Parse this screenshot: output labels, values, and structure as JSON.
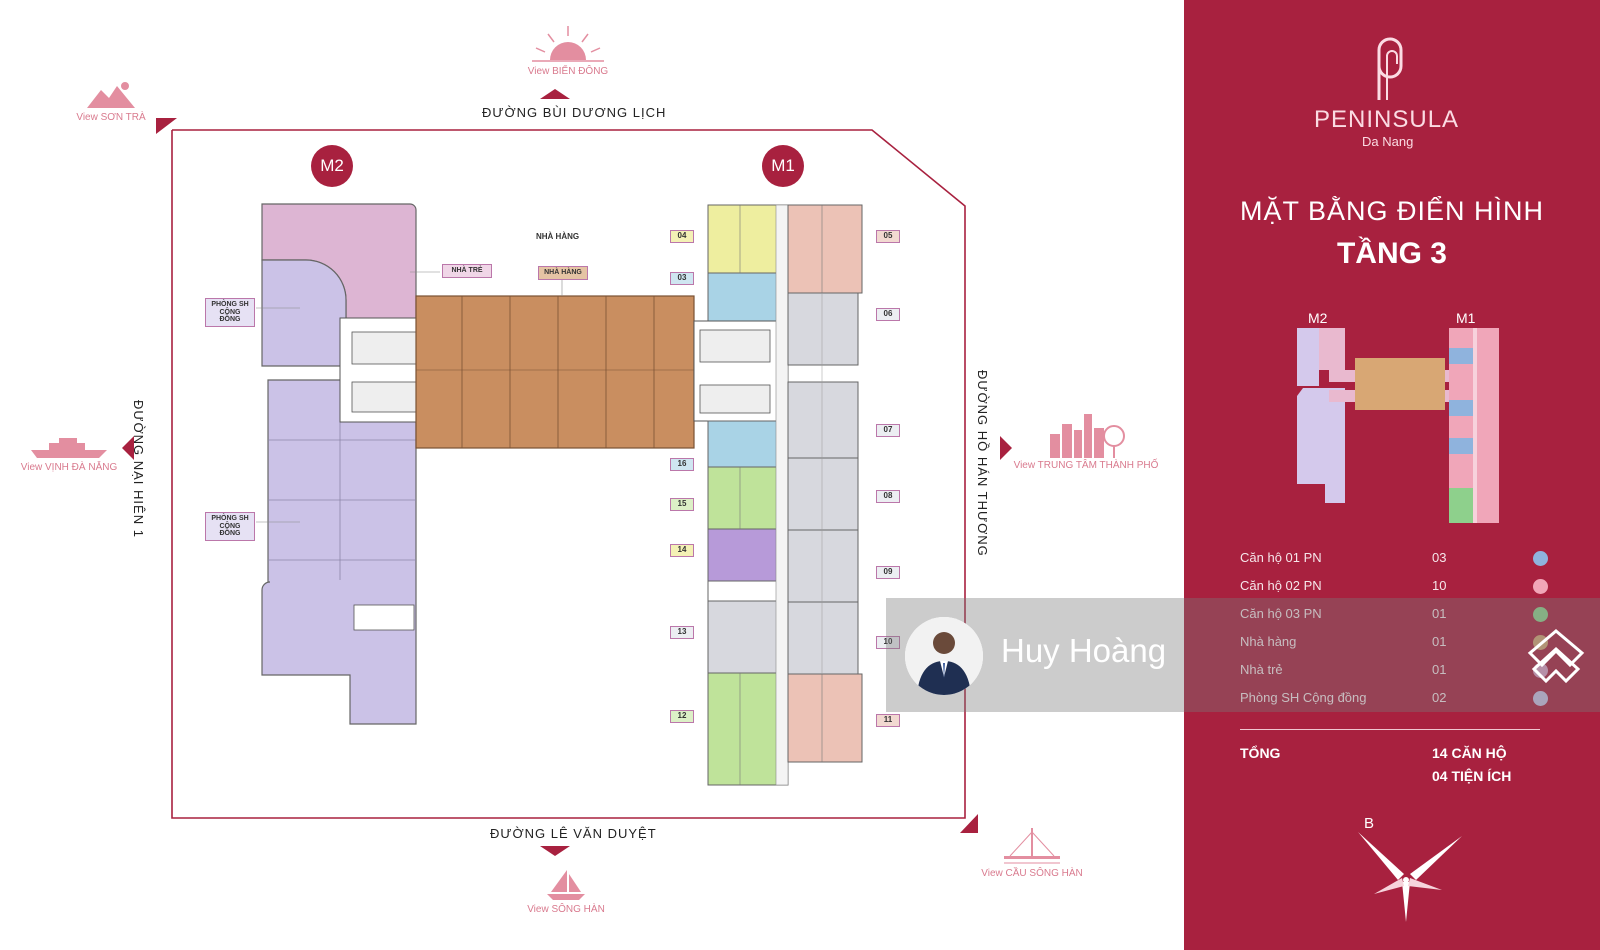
{
  "roads": {
    "top": "ĐƯỜNG BÙI DƯƠNG LỊCH",
    "bottom": "ĐƯỜNG LÊ VĂN DUYỆT",
    "left": "ĐƯỜNG NẠI HIÊN 1",
    "right": "ĐƯỜNG HỒ HÁN THƯƠNG"
  },
  "views": {
    "top": "View BIỂN ĐÔNG",
    "top_left": "View SƠN TRÀ",
    "left": "View VỊNH ĐÀ NẴNG",
    "right": "View TRUNG TÂM THÀNH PHỐ",
    "bottom": "View SÔNG HÀN",
    "bottom_right": "View CẦU SÔNG HÀN"
  },
  "towers": {
    "m2": "M2",
    "m1": "M1"
  },
  "plan_labels": {
    "restaurant_top": "NHÀ HÀNG",
    "restaurant_tag": "NHÀ HÀNG",
    "nursery_tag": "NHÀ TRẺ",
    "community_1": "PHÒNG SH CỘNG ĐỒNG",
    "community_2": "PHÒNG SH CỘNG ĐỒNG"
  },
  "units": [
    "04",
    "03",
    "16",
    "15",
    "14",
    "13",
    "12",
    "05",
    "06",
    "07",
    "08",
    "09",
    "10",
    "11"
  ],
  "watermark": {
    "name": "Huy Hoàng"
  },
  "brand": {
    "name": "PENINSULA",
    "city": "Da Nang"
  },
  "panel": {
    "title": "MẶT BẰNG ĐIỂN HÌNH",
    "subtitle": "TẦNG 3",
    "mini_m2": "M2",
    "mini_m1": "M1"
  },
  "legend": [
    {
      "name": "Căn hộ 01 PN",
      "count": "03",
      "color": "#8fb3dd"
    },
    {
      "name": "Căn hộ 02 PN",
      "count": "10",
      "color": "#f1a6b8"
    },
    {
      "name": "Căn hộ 03 PN",
      "count": "01",
      "color": "#8ed08c"
    },
    {
      "name": "Nhà hàng",
      "count": "01",
      "color": "#d3a574"
    },
    {
      "name": "Nhà trẻ",
      "count": "01",
      "color": "#dc9fc6"
    },
    {
      "name": "Phòng SH Cộng đồng",
      "count": "02",
      "color": "#c9c1e6"
    }
  ],
  "totals": {
    "label": "TỔNG",
    "apartments": "14 CĂN HỘ",
    "amenities": "04 TIỆN ÍCH"
  },
  "compass": {
    "letter": "B"
  },
  "colors": {
    "brand": "#a8213f",
    "one_bed": "#a9d3e6",
    "two_bed_grey": "#d7d8de",
    "two_bed_pink": "#ecc2b6",
    "three_bed": "#bfe39a",
    "yellow": "#eeee9f",
    "purple": "#b79ad9",
    "restaurant": "#c98e60",
    "nursery": "#ddb5d3",
    "community": "#cbc2e7"
  }
}
